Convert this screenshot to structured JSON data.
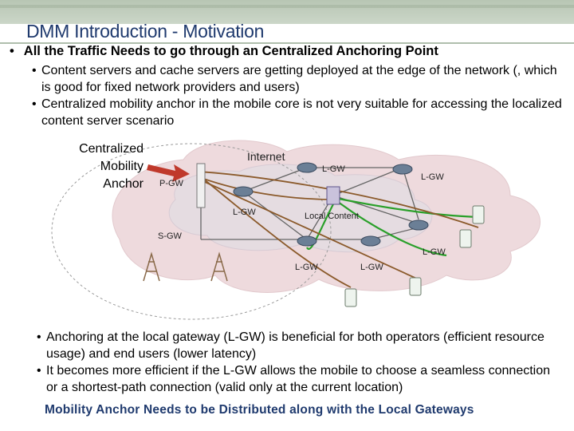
{
  "slide": {
    "title": "DMM Introduction - Motivation",
    "headline": "All the Traffic Needs to go through an Centralized Anchoring Point",
    "sub_bullets": [
      "Content servers and cache servers are getting deployed at the edge of the network (, which is good for fixed network providers and users)",
      "Centralized mobility anchor in the mobile core is not very suitable for accessing the localized content server scenario"
    ],
    "lower_bullets": [
      "Anchoring at the local gateway (L-GW) is beneficial for both operators (efficient resource usage) and end users (lower latency)",
      "It becomes more efficient if the L-GW allows the mobile to choose a seamless connection  or a shortest-path connection (valid only at the current location)"
    ],
    "conclusion": "Mobility Anchor Needs to be Distributed along with the Local Gateways"
  },
  "diagram": {
    "anchor_label": "Centralized Mobility Anchor",
    "internet": "Internet",
    "p_gw": "P-GW",
    "s_gw": "S-GW",
    "local_content": "Local Content",
    "l_gw": [
      "L-GW",
      "L-GW",
      "L-GW",
      "L-GW",
      "L-GW",
      "L-GW"
    ],
    "colors": {
      "title": "#1f3a6e",
      "arrow": "#c0392b",
      "green_path": "#2aa02a",
      "cloud": "#e9ced2"
    },
    "icons": [
      "router-icon",
      "cell-tower-icon",
      "mobile-phone-icon",
      "server-icon"
    ]
  }
}
